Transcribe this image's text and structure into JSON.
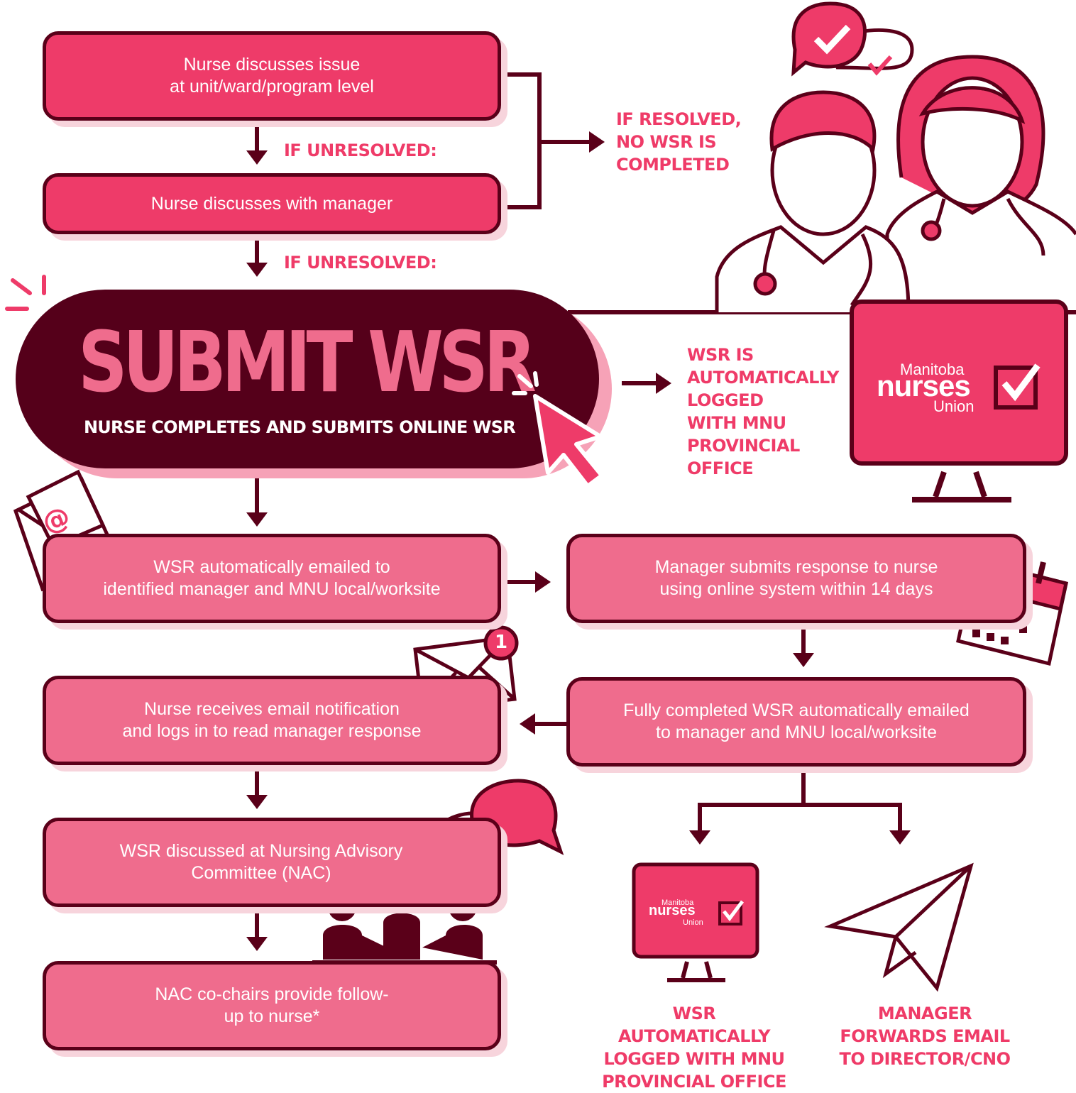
{
  "steps": {
    "discuss_unit": "Nurse discusses issue\nat unit/ward/program level",
    "discuss_manager": "Nurse discusses with manager",
    "emailed": "WSR automatically emailed to\nidentified manager and MNU local/worksite",
    "manager_response": "Manager submits response to nurse\nusing online system within 14 days",
    "completed_emailed": "Fully completed WSR automatically emailed\nto manager and MNU local/worksite",
    "nurse_receives": "Nurse receives email notification\nand logs in to read manager response",
    "nac_discussed": "WSR discussed at Nursing Advisory\nCommittee (NAC)",
    "nac_followup": "NAC co-chairs provide follow-\nup to nurse*"
  },
  "labels": {
    "if_unresolved_1": "IF UNRESOLVED:",
    "if_unresolved_2": "IF UNRESOLVED:",
    "if_resolved": "IF RESOLVED,\nNO WSR IS\nCOMPLETED",
    "auto_logged": "WSR IS\nAUTOMATICALLY\nLOGGED\nWITH MNU\nPROVINCIAL\nOFFICE",
    "bottom_logged": "WSR AUTOMATICALLY\nLOGGED WITH MNU\nPROVINCIAL OFFICE",
    "bottom_forward": "MANAGER\nFORWARDS EMAIL\nTO DIRECTOR/CNO"
  },
  "submit": {
    "title": "SUBMIT WSR",
    "subtitle": "NURSE COMPLETES AND SUBMITS ONLINE WSR"
  },
  "logo": {
    "line1": "Manitoba",
    "line2": "nurses",
    "line3": "Union"
  },
  "badges": {
    "email_count": "1",
    "at_symbol": "@"
  },
  "colors": {
    "pink": "#ee3b69",
    "light_pink": "#ef6c8d",
    "maroon": "#5a0019",
    "shadow": "#f7d4dc"
  },
  "icons": [
    "check-speech-icon",
    "nurse-male-icon",
    "nurse-female-icon",
    "monitor-logo-icon",
    "email-at-icon",
    "calendar-icon",
    "email-notification-icon",
    "chat-bubbles-icon",
    "meeting-people-icon",
    "paper-plane-icon",
    "cursor-click-icon"
  ]
}
